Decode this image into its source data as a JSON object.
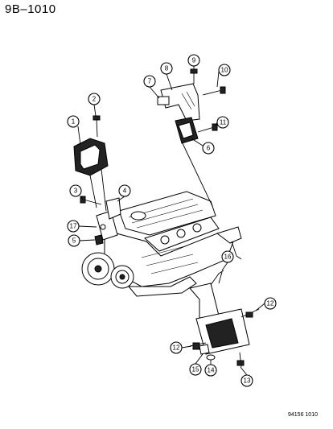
{
  "page_code": "9B–1010",
  "figure_code": "94156  1010",
  "callouts": [
    "1",
    "2",
    "3",
    "4",
    "5",
    "6",
    "7",
    "8",
    "9",
    "10",
    "11",
    "12",
    "12",
    "13",
    "14",
    "15",
    "16",
    "17"
  ]
}
